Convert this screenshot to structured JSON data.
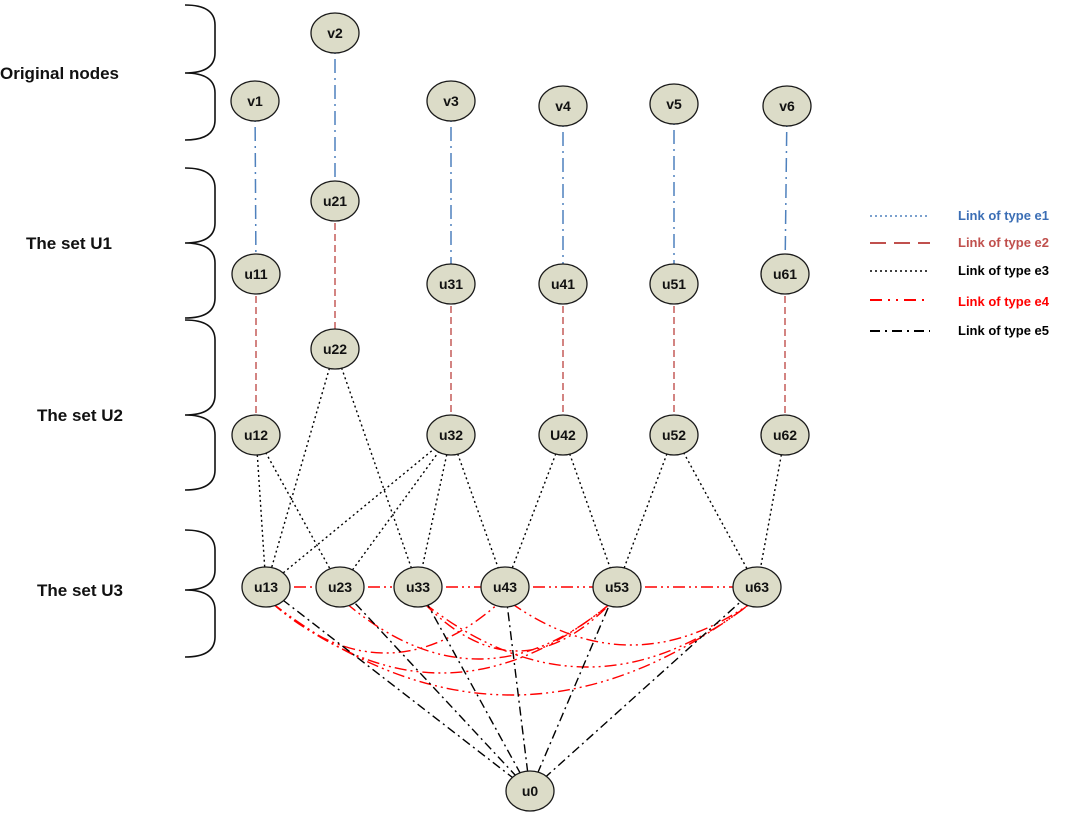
{
  "groups": {
    "original": "Original nodes",
    "u1": "The set U1",
    "u2": "The set U2",
    "u3": "The set U3"
  },
  "nodes": {
    "v1": "v1",
    "v2": "v2",
    "v3": "v3",
    "v4": "v4",
    "v5": "v5",
    "v6": "v6",
    "u11": "u11",
    "u21": "u21",
    "u31": "u31",
    "u41": "u41",
    "u51": "u51",
    "u61": "u61",
    "u12": "u12",
    "u22": "u22",
    "u32": "u32",
    "U42": "U42",
    "u52": "u52",
    "u62": "u62",
    "u13": "u13",
    "u23": "u23",
    "u33": "u33",
    "u43": "u43",
    "u53": "u53",
    "u63": "u63",
    "u0": "u0"
  },
  "legend": [
    {
      "type": "e1",
      "label": "Link of type e1",
      "color": "#4f81bd"
    },
    {
      "type": "e2",
      "label": "Link of type e2",
      "color": "#c0504d"
    },
    {
      "type": "e3",
      "label": "Link of type e3",
      "color": "#000000"
    },
    {
      "type": "e4",
      "label": "Link of type e4",
      "color": "#ff0000"
    },
    {
      "type": "e5",
      "label": "Link of type e5",
      "color": "#000000"
    }
  ],
  "edges": [
    {
      "from": "v1",
      "to": "u11",
      "type": "e1"
    },
    {
      "from": "v2",
      "to": "u21",
      "type": "e1"
    },
    {
      "from": "v3",
      "to": "u31",
      "type": "e1"
    },
    {
      "from": "v4",
      "to": "u41",
      "type": "e1"
    },
    {
      "from": "v5",
      "to": "u51",
      "type": "e1"
    },
    {
      "from": "v6",
      "to": "u61",
      "type": "e1"
    },
    {
      "from": "u11",
      "to": "u12",
      "type": "e2"
    },
    {
      "from": "u21",
      "to": "u22",
      "type": "e2"
    },
    {
      "from": "u31",
      "to": "u32",
      "type": "e2"
    },
    {
      "from": "u41",
      "to": "U42",
      "type": "e2"
    },
    {
      "from": "u51",
      "to": "u52",
      "type": "e2"
    },
    {
      "from": "u61",
      "to": "u62",
      "type": "e2"
    },
    {
      "from": "u12",
      "to": "u13",
      "type": "e3"
    },
    {
      "from": "u12",
      "to": "u23",
      "type": "e3"
    },
    {
      "from": "u22",
      "to": "u13",
      "type": "e3"
    },
    {
      "from": "u22",
      "to": "u33",
      "type": "e3"
    },
    {
      "from": "u32",
      "to": "u23",
      "type": "e3"
    },
    {
      "from": "u32",
      "to": "u33",
      "type": "e3"
    },
    {
      "from": "u32",
      "to": "u13",
      "type": "e3"
    },
    {
      "from": "u32",
      "to": "u43",
      "type": "e3"
    },
    {
      "from": "U42",
      "to": "u43",
      "type": "e3"
    },
    {
      "from": "U42",
      "to": "u53",
      "type": "e3"
    },
    {
      "from": "u52",
      "to": "u53",
      "type": "e3"
    },
    {
      "from": "u52",
      "to": "u63",
      "type": "e3"
    },
    {
      "from": "u62",
      "to": "u63",
      "type": "e3"
    },
    {
      "from": "u13",
      "to": "u23",
      "type": "e4"
    },
    {
      "from": "u23",
      "to": "u33",
      "type": "e4"
    },
    {
      "from": "u33",
      "to": "u43",
      "type": "e4"
    },
    {
      "from": "u43",
      "to": "u53",
      "type": "e4"
    },
    {
      "from": "u53",
      "to": "u63",
      "type": "e4"
    },
    {
      "from": "u13",
      "to": "u43",
      "type": "e4",
      "curved": true
    },
    {
      "from": "u13",
      "to": "u53",
      "type": "e4",
      "curved": true
    },
    {
      "from": "u13",
      "to": "u63",
      "type": "e4",
      "curved": true
    },
    {
      "from": "u23",
      "to": "u53",
      "type": "e4",
      "curved": true
    },
    {
      "from": "u33",
      "to": "u53",
      "type": "e4",
      "curved": true
    },
    {
      "from": "u33",
      "to": "u63",
      "type": "e4",
      "curved": true
    },
    {
      "from": "u43",
      "to": "u63",
      "type": "e4",
      "curved": true
    },
    {
      "from": "u0",
      "to": "u13",
      "type": "e5"
    },
    {
      "from": "u0",
      "to": "u23",
      "type": "e5"
    },
    {
      "from": "u0",
      "to": "u33",
      "type": "e5"
    },
    {
      "from": "u0",
      "to": "u43",
      "type": "e5"
    },
    {
      "from": "u0",
      "to": "u53",
      "type": "e5"
    },
    {
      "from": "u0",
      "to": "u63",
      "type": "e5"
    }
  ]
}
